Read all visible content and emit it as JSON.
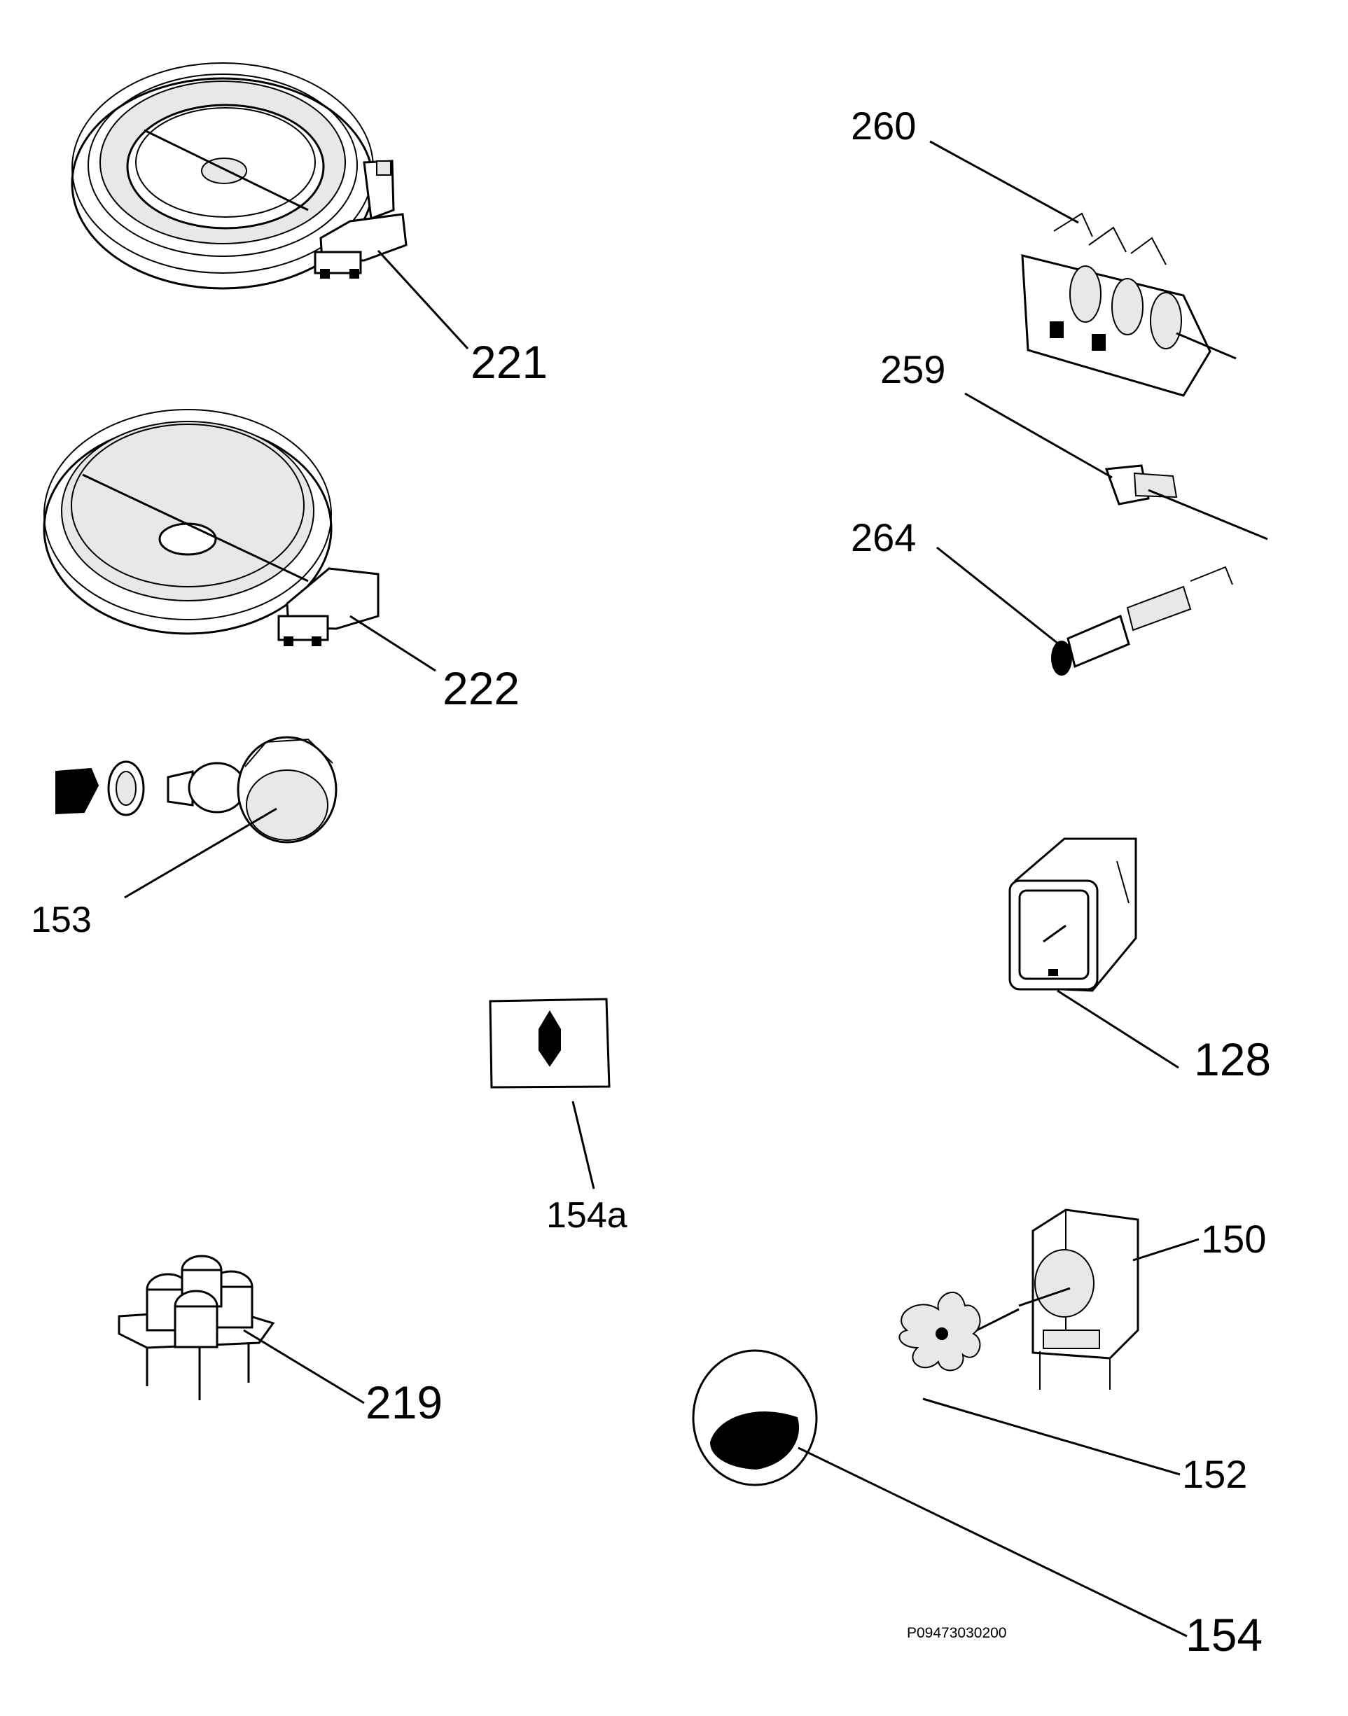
{
  "diagram": {
    "callouts": {
      "c221": "221",
      "c222": "222",
      "c153": "153",
      "c260": "260",
      "c259": "259",
      "c264": "264",
      "c128": "128",
      "c154a": "154a",
      "c150": "150",
      "c219": "219",
      "c152": "152",
      "c154": "154"
    },
    "drawing_code": "P09473030200"
  }
}
